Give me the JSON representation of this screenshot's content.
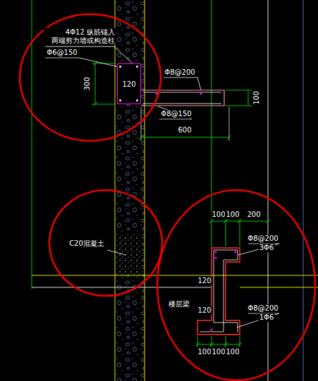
{
  "diagram": {
    "nodes": [
      {
        "text": [
          "120"
        ]
      }
    ],
    "labels": [
      "4Φ12 纵筋锚入 两端剪力墙或构造柱",
      "Φ6@150",
      "300",
      "Φ8@200",
      "Φ8@150",
      "600",
      "100",
      "C20混凝土",
      "100",
      "100",
      "200",
      "Φ8@200",
      "3Φ6",
      "120",
      "120",
      "楼层梁",
      "Φ8@200",
      "1Φ6",
      "100",
      "100",
      "100"
    ]
  }
}
